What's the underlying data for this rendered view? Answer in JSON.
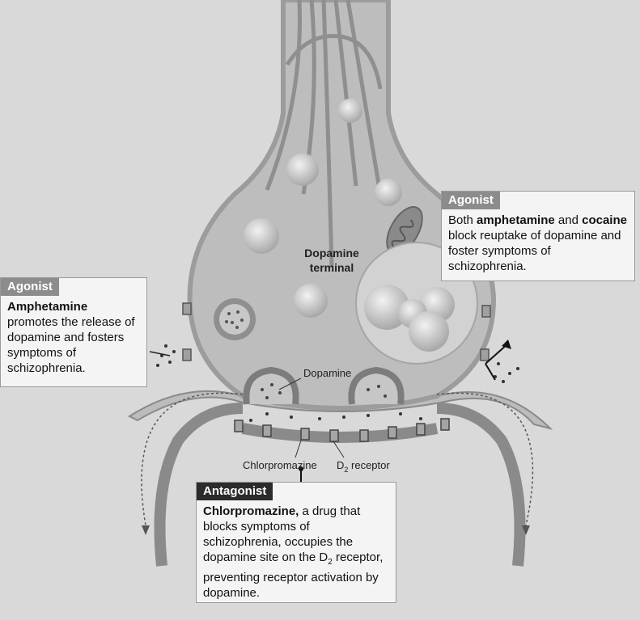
{
  "labels": {
    "terminal": "Dopamine terminal",
    "dopamine": "Dopamine",
    "chlorpromazine": "Chlorpromazine",
    "d2_receptor_prefix": "D",
    "d2_receptor_sub": "2",
    "d2_receptor_suffix": " receptor"
  },
  "callouts": {
    "left": {
      "tag": "Agonist",
      "bold": "Amphetamine",
      "text": " promotes the release of dopamine and fosters symptoms of schizophrenia."
    },
    "right": {
      "tag": "Agonist",
      "pre": "Both ",
      "bold1": "amphetamine",
      "mid": " and ",
      "bold2": "cocaine",
      "post": " block reuptake of dopamine and foster symptoms of schizophrenia."
    },
    "bottom": {
      "tag": "Antagonist",
      "bold": "Chlorpromazine,",
      "text1": " a drug that blocks symptoms of schizophrenia, occupies the dopamine site on the D",
      "sub": "2",
      "text2": " receptor, preventing receptor activation by dopamine."
    }
  },
  "colors": {
    "membrane": "#9c9c9c",
    "cytoplasm": "#bdbdbd",
    "vesicle": "#cfcfcf",
    "callout_bg": "#f4f4f4"
  }
}
